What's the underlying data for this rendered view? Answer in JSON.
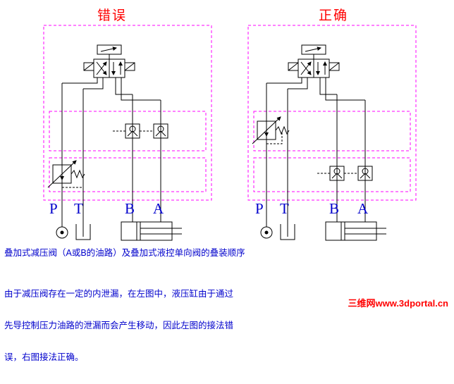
{
  "titles": {
    "left": "错误",
    "right": "正确"
  },
  "ports": [
    "P",
    "T",
    "B",
    "A"
  ],
  "caption": "叠加式减压阀（A或B的油路）及叠加式液控单向阀的叠装顺序",
  "description": {
    "line1": "由于减压阀存在一定的内泄漏，在左图中，液压缸由于通过",
    "line2": "先导控制压力油路的泄漏而会产生移动，因此左图的接法错",
    "line3": "误，右图接法正确。"
  },
  "watermark": "三维网www.3dportal.cn",
  "colors": {
    "background": "#ffffff",
    "diagram_line": "#000000",
    "stack_outline_dashed": "#ff00ff",
    "title_red": "#ff0000",
    "port_label_blue": "#0000cc",
    "caption_blue": "#0000cc",
    "watermark_red": "#ff0000"
  }
}
